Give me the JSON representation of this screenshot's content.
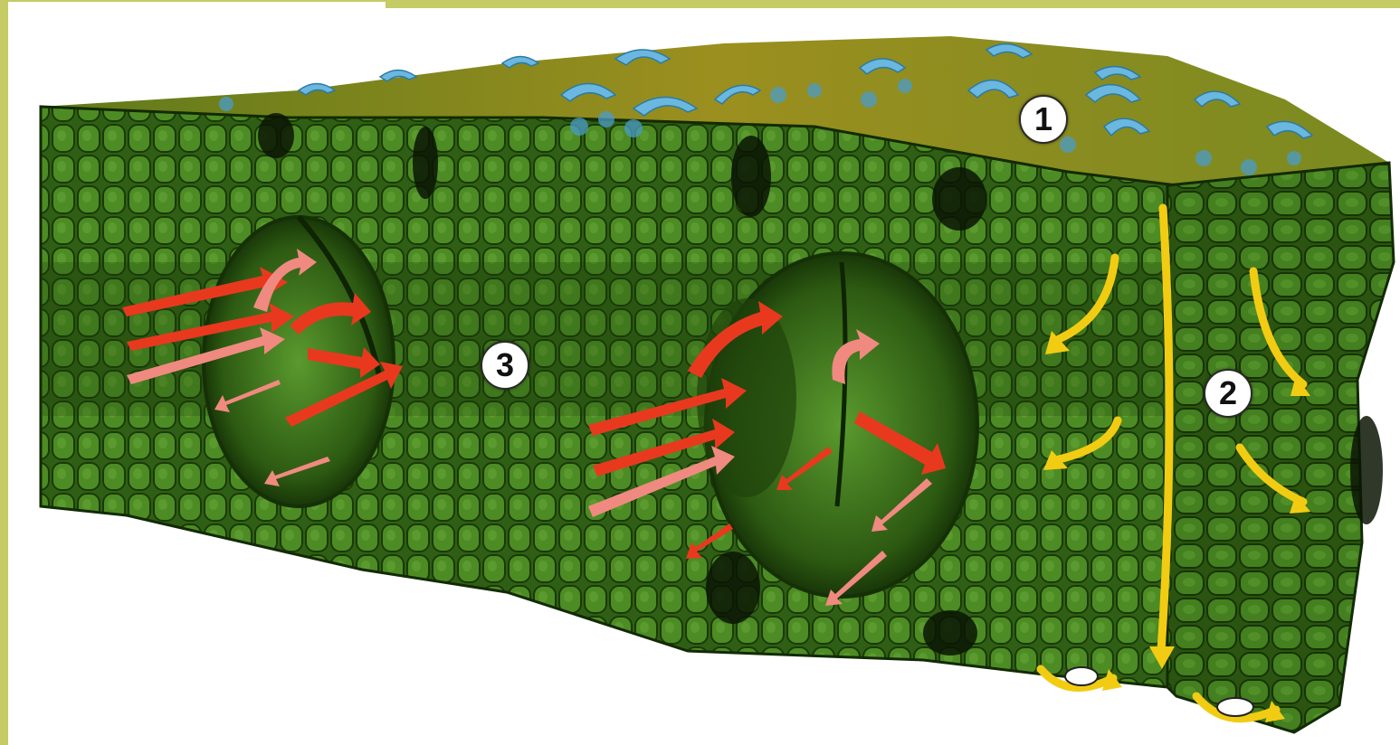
{
  "diagram": {
    "markers": [
      {
        "label": "1"
      },
      {
        "label": "2"
      },
      {
        "label": "3"
      }
    ],
    "colors": {
      "frame": "#c5cb65",
      "tissue_dark": "#1f3f0c",
      "tissue_mid": "#3f7a1d",
      "tissue_light": "#6aa83a",
      "top_surface": "#8a8a1e",
      "water_arrow": "#6ab8e0",
      "red_arrow": "#e8391e",
      "pink_arrow": "#f08a80",
      "yellow_arrow": "#f2cc13"
    },
    "icons": [
      "water-evaporation-arrow-icon",
      "red-flow-arrow-icon",
      "yellow-flow-arrow-icon"
    ]
  }
}
